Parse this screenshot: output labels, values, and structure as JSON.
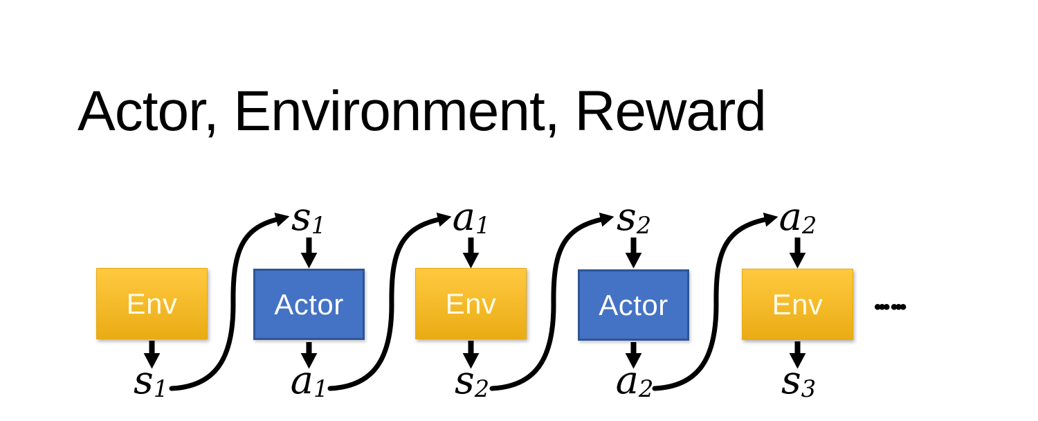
{
  "slide": {
    "title": "Actor, Environment, Reward"
  },
  "diagram": {
    "boxes": [
      {
        "label": "Env",
        "type": "env"
      },
      {
        "label": "Actor",
        "type": "actor"
      },
      {
        "label": "Env",
        "type": "env"
      },
      {
        "label": "Actor",
        "type": "actor"
      },
      {
        "label": "Env",
        "type": "env"
      }
    ],
    "top_labels": [
      {
        "base": "s",
        "sub": "1"
      },
      {
        "base": "a",
        "sub": "1"
      },
      {
        "base": "s",
        "sub": "2"
      },
      {
        "base": "a",
        "sub": "2"
      }
    ],
    "bottom_labels": [
      {
        "base": "s",
        "sub": "1"
      },
      {
        "base": "a",
        "sub": "1"
      },
      {
        "base": "s",
        "sub": "2"
      },
      {
        "base": "a",
        "sub": "2"
      },
      {
        "base": "s",
        "sub": "3"
      }
    ],
    "ellipsis": "••• •••",
    "colors": {
      "background": "#FFFFFF",
      "title_text": "#000000",
      "env_gradient_top": "#FFC93F",
      "env_gradient_bottom": "#EAAC15",
      "env_border": "#E7A912",
      "env_text": "#FFFBE8",
      "actor_fill": "#4472C4",
      "actor_border": "#2F5597",
      "actor_text": "#FFFFFF",
      "arrow": "#000000",
      "label_text": "#000000"
    }
  }
}
